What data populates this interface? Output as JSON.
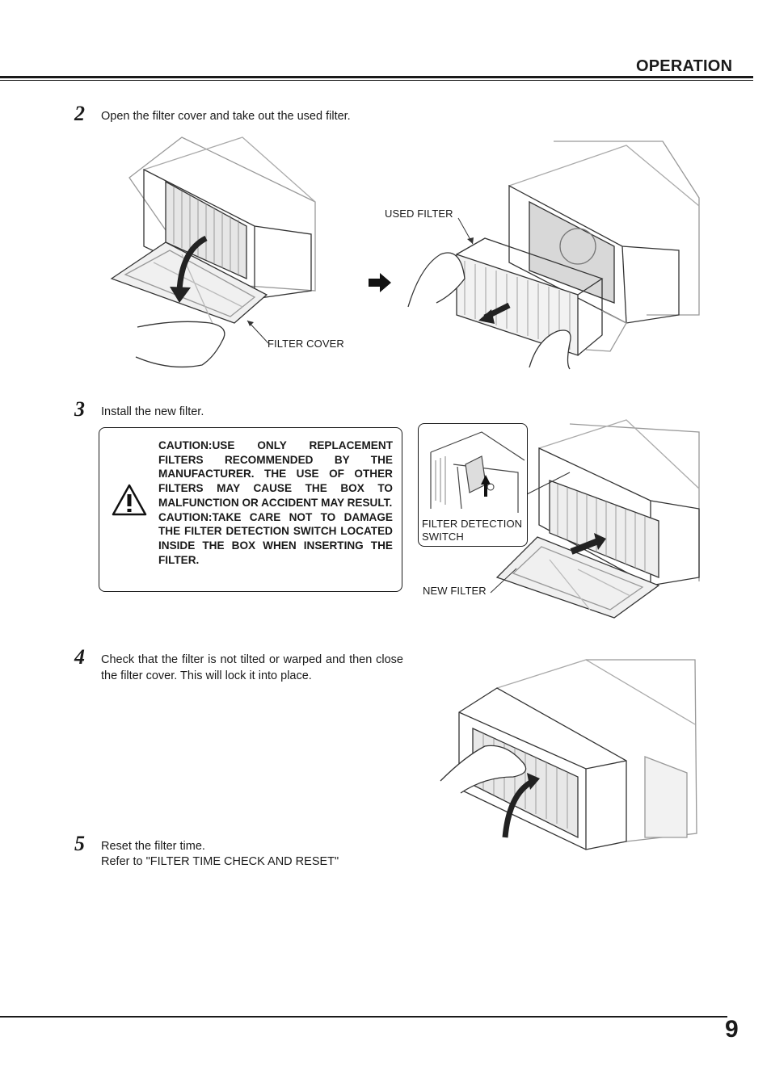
{
  "header": {
    "section_title": "OPERATION"
  },
  "steps": [
    {
      "number": "2",
      "text": "Open the filter cover and take out the used filter."
    },
    {
      "number": "3",
      "text": "Install the new filter."
    },
    {
      "number": "4",
      "text": "Check that the filter is not tilted or warped and then close the filter cover. This will lock it into place."
    },
    {
      "number": "5",
      "text": "Reset the filter time.",
      "text2": "Refer to \"FILTER TIME CHECK AND RESET\""
    }
  ],
  "labels": {
    "used_filter": "USED FILTER",
    "filter_cover": "FILTER COVER",
    "filter_detection_line1": "FILTER DETECTION",
    "filter_detection_line2": "SWITCH",
    "new_filter": "NEW FILTER"
  },
  "caution": {
    "paragraph1": "CAUTION:USE ONLY REPLACEMENT FILTERS RECOMMENDED BY THE MANUFACTURER. THE USE OF OTHER FILTERS MAY CAUSE THE BOX TO MALFUNCTION OR ACCIDENT MAY RESULT.",
    "paragraph2": "CAUTION:TAKE CARE NOT TO DAMAGE THE FILTER DETECTION SWITCH LOCATED INSIDE THE BOX WHEN INSERTING THE FILTER.",
    "icon": "warning-triangle-icon"
  },
  "footer": {
    "page_number": "9"
  }
}
